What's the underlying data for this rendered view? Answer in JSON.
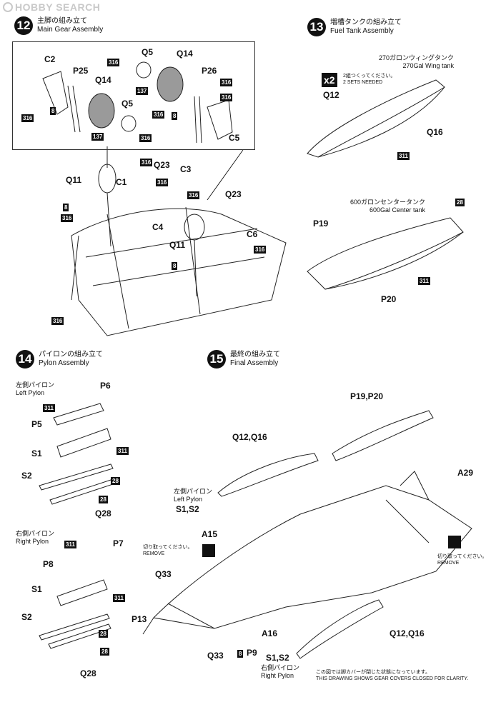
{
  "watermark": "HOBBY SEARCH",
  "steps": {
    "s12": {
      "number": "12",
      "title_jp": "主脚の組み立て",
      "title_en": "Main Gear Assembly"
    },
    "s13": {
      "number": "13",
      "title_jp": "増槽タンクの組み立て",
      "title_en": "Fuel Tank Assembly"
    },
    "s14": {
      "number": "14",
      "title_jp": "パイロンの組み立て",
      "title_en": "Pylon Assembly"
    },
    "s15": {
      "number": "15",
      "title_jp": "最終の組み立て",
      "title_en": "Final Assembly"
    }
  },
  "s12_parts": {
    "c2": "C2",
    "p25": "P25",
    "q14a": "Q14",
    "q5a": "Q5",
    "q5b": "Q5",
    "q14b": "Q14",
    "p26": "P26",
    "c5": "C5",
    "q11a": "Q11",
    "c1": "C1",
    "q23a": "Q23",
    "c3": "C3",
    "q23b": "Q23",
    "c4": "C4",
    "q11b": "Q11",
    "c6": "C6"
  },
  "s13": {
    "wing_tank_jp": "270ガロンウィングタンク",
    "wing_tank_en": "270Gal Wing tank",
    "x2": "x2",
    "sets_jp": "2組つくってください。",
    "sets_en": "2 SETS NEEDED",
    "q12": "Q12",
    "q16": "Q16",
    "center_tank_jp": "600ガロンセンタータンク",
    "center_tank_en": "600Gal Center tank",
    "p19": "P19",
    "p20": "P20"
  },
  "s14": {
    "left_jp": "左側パイロン",
    "left_en": "Left Pylon",
    "right_jp": "右側パイロン",
    "right_en": "Right Pylon",
    "p6": "P6",
    "p5": "P5",
    "s1a": "S1",
    "s2a": "S2",
    "q28a": "Q28",
    "p7": "P7",
    "p8": "P8",
    "s1b": "S1",
    "s2b": "S2",
    "q28b": "Q28"
  },
  "s15": {
    "p19p20": "P19,P20",
    "q12q16a": "Q12,Q16",
    "a29": "A29",
    "left_jp": "左側パイロン",
    "left_en": "Left Pylon",
    "s1s2a": "S1,S2",
    "a15": "A15",
    "remove_jp": "切り取ってください。",
    "remove_en": "REMOVE",
    "q33a": "Q33",
    "p13": "P13",
    "q33b": "Q33",
    "p9": "P9",
    "a16": "A16",
    "s1s2b": "S1,S2",
    "right_jp": "右側パイロン",
    "right_en": "Right Pylon",
    "q12q16b": "Q12,Q16",
    "note_jp": "この図では脚カバーが閉じた状態になっています。",
    "note_en": "THIS DRAWING SHOWS GEAR COVERS CLOSED FOR CLARITY."
  },
  "paint_codes": [
    "316",
    "8",
    "137",
    "311",
    "28"
  ]
}
